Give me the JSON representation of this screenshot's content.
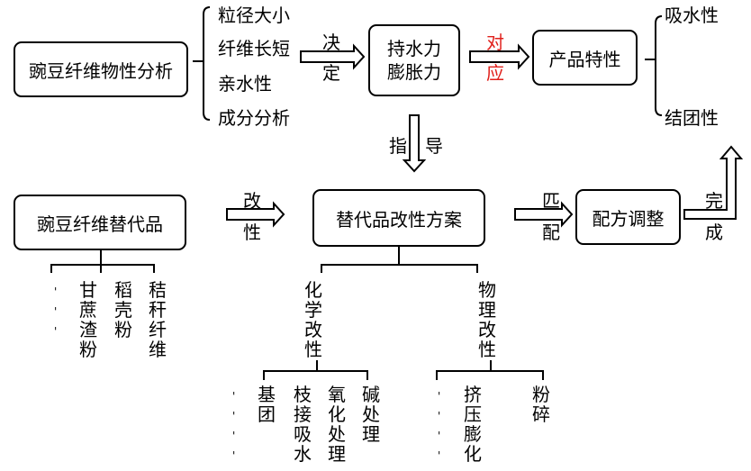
{
  "boxes": {
    "analysis": "豌豆纤维物性分析",
    "water_capacity": "持水力\n膨胀力",
    "product": "产品特性",
    "substitute": "豌豆纤维替代品",
    "plan": "替代品改性方案",
    "formula": "配方调整"
  },
  "analysis_items": [
    "粒径大小",
    "纤维长短",
    "亲水性",
    "成分分析"
  ],
  "product_items": [
    "吸水性",
    "结团性"
  ],
  "arrows": {
    "decide": [
      "决",
      "定"
    ],
    "correspond": [
      "对",
      "应"
    ],
    "guide": [
      "指",
      "导"
    ],
    "modify": [
      "改",
      "性"
    ],
    "match": [
      "匹",
      "配"
    ],
    "complete": [
      "完",
      "成"
    ]
  },
  "substitutes": [
    "甘蔗渣粉",
    "稻壳粉",
    "秸秆纤维"
  ],
  "methods": {
    "chemical": "化学改性",
    "physical": "物理改性"
  },
  "chemical_items": [
    "基团",
    "枝接吸水",
    "氧化处理",
    "碱处理"
  ],
  "physical_items": [
    "挤压膨化",
    "粉碎"
  ],
  "tick_mark": "'"
}
